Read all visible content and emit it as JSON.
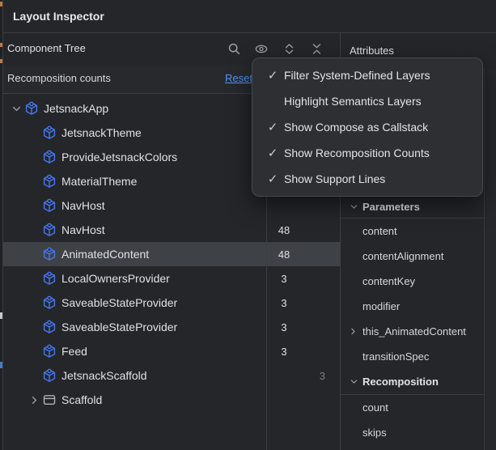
{
  "window": {
    "title": "Layout Inspector"
  },
  "component_tree": {
    "header_label": "Component Tree",
    "toolbar_icons": [
      "search-icon",
      "eye-icon",
      "expand-all-icon",
      "collapse-all-icon"
    ],
    "recomposition_bar": {
      "label": "Recomposition counts",
      "reset_label": "Reset"
    },
    "rows": [
      {
        "label": "JetsnackApp",
        "depth": 0,
        "chevron": "expanded",
        "icon": "compose-node",
        "count": "",
        "count_dim": "",
        "selected": false
      },
      {
        "label": "JetsnackTheme",
        "depth": 1,
        "chevron": "none",
        "icon": "compose-node",
        "count": "",
        "count_dim": "",
        "selected": false
      },
      {
        "label": "ProvideJetsnackColors",
        "depth": 1,
        "chevron": "none",
        "icon": "compose-node",
        "count": "",
        "count_dim": "",
        "selected": false
      },
      {
        "label": "MaterialTheme",
        "depth": 1,
        "chevron": "none",
        "icon": "compose-node",
        "count": "",
        "count_dim": "",
        "selected": false
      },
      {
        "label": "NavHost",
        "depth": 1,
        "chevron": "none",
        "icon": "compose-node",
        "count": "",
        "count_dim": "",
        "selected": false
      },
      {
        "label": "NavHost",
        "depth": 1,
        "chevron": "none",
        "icon": "compose-node",
        "count": "48",
        "count_dim": "",
        "selected": false
      },
      {
        "label": "AnimatedContent",
        "depth": 1,
        "chevron": "none",
        "icon": "compose-node",
        "count": "48",
        "count_dim": "",
        "selected": true
      },
      {
        "label": "LocalOwnersProvider",
        "depth": 1,
        "chevron": "none",
        "icon": "compose-node",
        "count": "3",
        "count_dim": "",
        "selected": false
      },
      {
        "label": "SaveableStateProvider",
        "depth": 1,
        "chevron": "none",
        "icon": "compose-node",
        "count": "3",
        "count_dim": "",
        "selected": false
      },
      {
        "label": "SaveableStateProvider",
        "depth": 1,
        "chevron": "none",
        "icon": "compose-node",
        "count": "3",
        "count_dim": "",
        "selected": false
      },
      {
        "label": "Feed",
        "depth": 1,
        "chevron": "none",
        "icon": "compose-node",
        "count": "3",
        "count_dim": "",
        "selected": false
      },
      {
        "label": "JetsnackScaffold",
        "depth": 1,
        "chevron": "none",
        "icon": "compose-node",
        "count": "",
        "count_dim": "3",
        "selected": false
      },
      {
        "label": "Scaffold",
        "depth": 1,
        "chevron": "collapsed",
        "icon": "scaffold-node",
        "count": "",
        "count_dim": "",
        "selected": false
      }
    ]
  },
  "view_options_menu": {
    "items": [
      {
        "label": "Filter System-Defined Layers",
        "checked": true
      },
      {
        "label": "Highlight Semantics Layers",
        "checked": false
      },
      {
        "label": "Show Compose as Callstack",
        "checked": true
      },
      {
        "label": "Show Recomposition Counts",
        "checked": true
      },
      {
        "label": "Show Support Lines",
        "checked": true
      }
    ]
  },
  "attributes": {
    "header_label": "Attributes",
    "sections": [
      {
        "title": "Parameters",
        "expanded": true,
        "items": [
          {
            "label": "content",
            "expandable": false
          },
          {
            "label": "contentAlignment",
            "expandable": false
          },
          {
            "label": "contentKey",
            "expandable": false
          },
          {
            "label": "modifier",
            "expandable": false
          },
          {
            "label": "this_AnimatedContent",
            "expandable": true
          },
          {
            "label": "transitionSpec",
            "expandable": false
          }
        ]
      },
      {
        "title": "Recomposition",
        "expanded": true,
        "items": [
          {
            "label": "count",
            "expandable": false
          },
          {
            "label": "skips",
            "expandable": false
          }
        ]
      }
    ]
  },
  "colors": {
    "panel_bg": "#242629",
    "menu_bg": "#2d2f33",
    "selection_bg": "#3e4146",
    "border": "#3b3e43",
    "text": "#dfe1e5",
    "dim_text": "#7b7f87",
    "compose_icon_blue": "#4778f2",
    "link_blue": "#5693f5"
  }
}
